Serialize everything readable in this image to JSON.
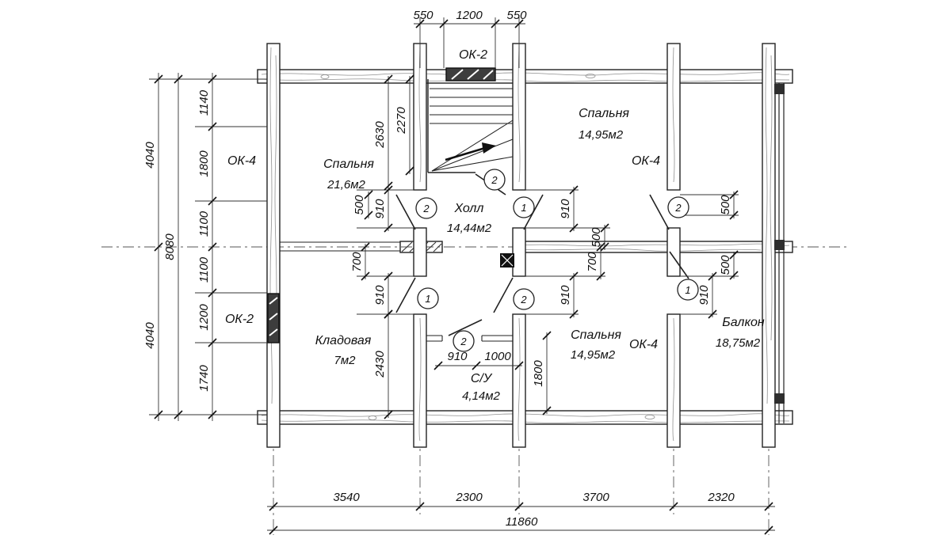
{
  "rooms": [
    {
      "name": "Спальня",
      "area": "21,6м2"
    },
    {
      "name": "Спальня",
      "area": "14,95м2"
    },
    {
      "name": "Холл",
      "area": "14,44м2"
    },
    {
      "name": "Кладовая",
      "area": "7м2"
    },
    {
      "name": "С/У",
      "area": "4,14м2"
    },
    {
      "name": "Спальня",
      "area": "14,95м2"
    },
    {
      "name": "Балкон",
      "area": "18,75м2"
    }
  ],
  "windows": {
    "top": "ОК-2",
    "left_upper": "ОК-4",
    "left_lower": "ОК-2",
    "right_upper": "ОК-4",
    "right_lower": "ОК-4"
  },
  "door_marks": [
    "2",
    "2",
    "1",
    "2",
    "1",
    "2",
    "1",
    "2"
  ],
  "dimensions": {
    "top": [
      "550",
      "1200",
      "550"
    ],
    "left_halves": [
      "4040",
      "4040"
    ],
    "left_total": "8080",
    "left_chain": [
      "1140",
      "1800",
      "1100",
      "1100",
      "1200",
      "1740"
    ],
    "bottom_chain": [
      "3540",
      "2300",
      "3700",
      "2320"
    ],
    "bottom_total": "11860",
    "stairs": [
      "2630",
      "2270"
    ],
    "left_wall_doors": [
      "500",
      "910",
      "700",
      "910",
      "2430"
    ],
    "right_wall_doors": [
      "910",
      "500",
      "700",
      "910"
    ],
    "balcony_wall_doors": [
      "500",
      "500",
      "910"
    ],
    "bathroom": [
      "910",
      "1000",
      "1800"
    ]
  }
}
